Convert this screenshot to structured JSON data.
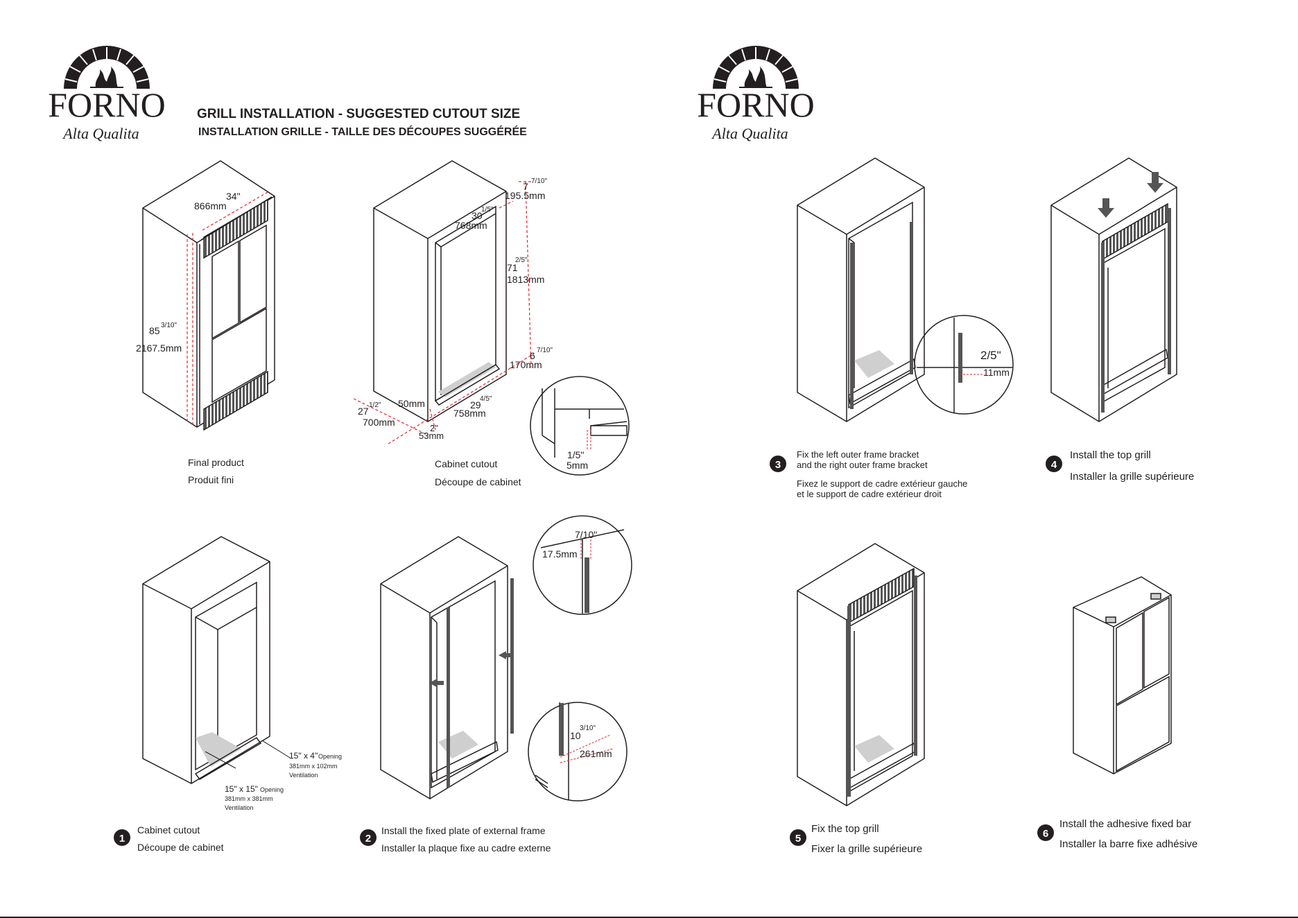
{
  "brand": {
    "name": "FORNO",
    "tagline": "Alta Qualita"
  },
  "header": {
    "title": "GRILL INSTALLATION - SUGGESTED CUTOUT SIZE",
    "subtitle": "INSTALLATION GRILLE - TAILLE DES DÉCOUPES SUGGÉRÉE"
  },
  "final_product": {
    "caption_en": "Final product",
    "caption_fr": "Produit fini",
    "width_in": "34\"",
    "width_mm": "866mm",
    "height_in": "85",
    "height_in_frac": "3/10\"",
    "height_mm": "2167.5mm"
  },
  "cabinet_cutout_dims": {
    "caption_en": "Cabinet cutout",
    "caption_fr": "Découpe de cabinet",
    "top_in": "7",
    "top_in_frac": "7/10\"",
    "top_mm": "195.5mm",
    "width_in": "30",
    "width_in_frac": "1/5\"",
    "width_mm": "768mm",
    "height_in": "71",
    "height_in_frac": "2/5\"",
    "height_mm": "1813mm",
    "base_in": "6",
    "base_in_frac": "7/10\"",
    "base_mm": "170mm",
    "inner_depth_in": "29",
    "inner_depth_in_frac": "4/5\"",
    "inner_depth_mm": "758mm",
    "side_mm": "50mm",
    "depth_in": "27",
    "depth_in_frac": "1/2\"",
    "depth_mm": "700mm",
    "gap_in": "2\"",
    "gap_mm": "53mm",
    "detail_in": "1/5\"",
    "detail_mm": "5mm"
  },
  "steps": [
    {
      "number": "1",
      "en": "Cabinet cutout",
      "fr": "Découpe de cabinet"
    },
    {
      "number": "2",
      "en": "Install the fixed plate of external frame",
      "fr": "Installer la plaque fixe au cadre externe"
    },
    {
      "number": "3",
      "en": "Fix the left outer frame bracket",
      "en2": "and the right outer frame bracket",
      "fr": "Fixez le support de cadre extérieur gauche",
      "fr2": "et le support de cadre extérieur droit"
    },
    {
      "number": "4",
      "en": "Install the top grill",
      "fr": "Installer la grille supérieure"
    },
    {
      "number": "5",
      "en": "Fix the top grill",
      "fr": "Fixer la grille supérieure"
    },
    {
      "number": "6",
      "en": "Install the adhesive fixed bar",
      "fr": "Installer la barre fixe adhésive"
    }
  ],
  "ventilation": {
    "front": {
      "size": "15\" x 4\"",
      "label": "Opening",
      "mm": "381mm x 102mm",
      "note": "Ventilation"
    },
    "floor": {
      "size": "15\" x 15\"",
      "label": "Opening",
      "mm": "381mm x 381mm",
      "note": "Ventilation"
    }
  },
  "step2_details": {
    "top_in": "7/10\"",
    "top_mm": "17.5mm",
    "bottom_in": "10",
    "bottom_in_frac": "3/10\"",
    "bottom_mm": "261mm"
  },
  "step3_detail": {
    "in": "2/5\"",
    "mm": "11mm"
  },
  "colors": {
    "line": "#231f20",
    "dim": "#e8262c",
    "shade": "#cfcfcf",
    "grill": "#555555"
  }
}
